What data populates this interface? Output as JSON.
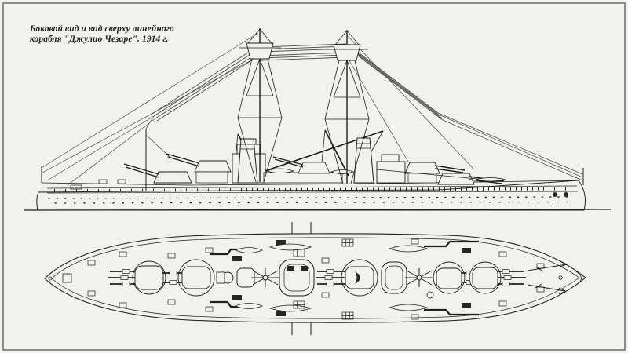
{
  "figure": {
    "caption_line1": "Боковой вид и вид сверху линейного",
    "caption_line2": "корабля \"Джулио Чезаре\". 1914 г.",
    "views": {
      "side_view": "side elevation of battleship Giulio Cesare, 1914",
      "plan_view": "deck plan (top view) of battleship Giulio Cesare, 1914"
    }
  },
  "colors": {
    "paper": "#f1f1ee",
    "ink": "#1f1f1f",
    "frame": "#8d8d8d",
    "rigging": "#4a4a4a"
  }
}
